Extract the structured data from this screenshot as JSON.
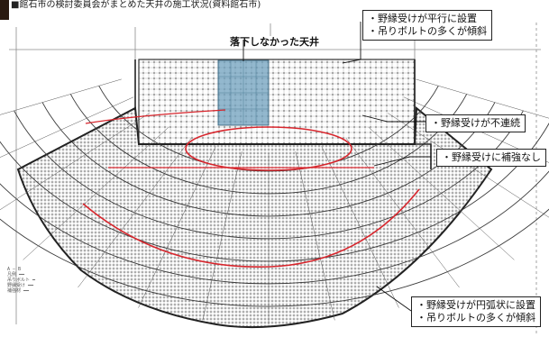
{
  "caption": "■館石市の検討委員会がまとめた天井の施工状況(資料館石市)",
  "labels": {
    "fallen_area": "落下しなかった天井",
    "box_top": [
      "・野縁受けが平行に設置",
      "・吊りボルトの多くが傾斜"
    ],
    "box_disconnect": "・野縁受けが不連続",
    "box_no_reinforce": "・野縁受けに補強なし",
    "box_bottom": [
      "・野縁受けが円弧状に設置",
      "・吊りボルトの多くが傾斜"
    ]
  },
  "legend_lines": [
    "A — B",
    "凡例 ━━",
    "吊りボルト ━",
    "野縁受け ━━",
    "補強材 ━━"
  ],
  "colors": {
    "grid": "#6b6b6b",
    "highlight_red": "#d8262d",
    "shaded_area": "#6fa0bd"
  }
}
